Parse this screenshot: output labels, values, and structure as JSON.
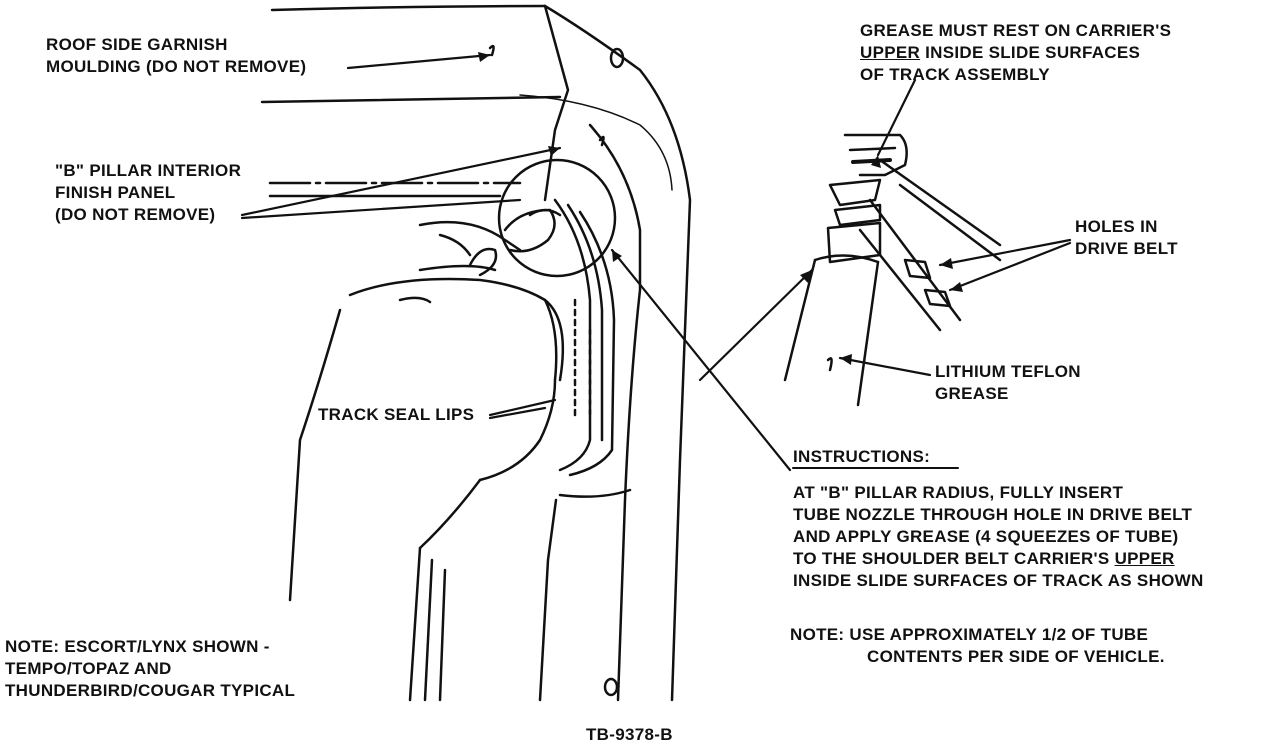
{
  "labels": {
    "roof_garnish": [
      "ROOF SIDE GARNISH",
      "MOULDING (DO NOT REMOVE)"
    ],
    "b_pillar": [
      "\"B\" PILLAR INTERIOR",
      "FINISH PANEL",
      "(DO NOT REMOVE)"
    ],
    "track_seal": "TRACK SEAL LIPS",
    "grease_note": {
      "line1": "GREASE MUST REST ON CARRIER'S",
      "line2_underlined": "UPPER",
      "line2_rest": " INSIDE SLIDE SURFACES",
      "line3": "OF TRACK ASSEMBLY"
    },
    "holes": [
      "HOLES IN",
      "DRIVE BELT"
    ],
    "lithium": [
      "LITHIUM TEFLON",
      "GREASE"
    ],
    "instructions": {
      "heading": "INSTRUCTIONS",
      "heading_suffix": ":",
      "line1": "AT \"B\" PILLAR RADIUS, FULLY INSERT",
      "line2": "TUBE NOZZLE THROUGH HOLE IN DRIVE BELT",
      "line3": "AND APPLY GREASE (4 SQUEEZES OF TUBE)",
      "line4_prefix": "TO THE SHOULDER BELT CARRIER'S ",
      "line4_underlined": "UPPER",
      "line5": "INSIDE SLIDE SURFACES OF TRACK AS SHOWN"
    },
    "note_tube": [
      "NOTE:  USE APPROXIMATELY 1/2 OF TUBE",
      "CONTENTS PER SIDE OF VEHICLE."
    ],
    "note_vehicle": [
      "NOTE: ESCORT/LYNX SHOWN -",
      "TEMPO/TOPAZ AND",
      "THUNDERBIRD/COUGAR TYPICAL"
    ],
    "figure_id": "TB-9378-B"
  }
}
